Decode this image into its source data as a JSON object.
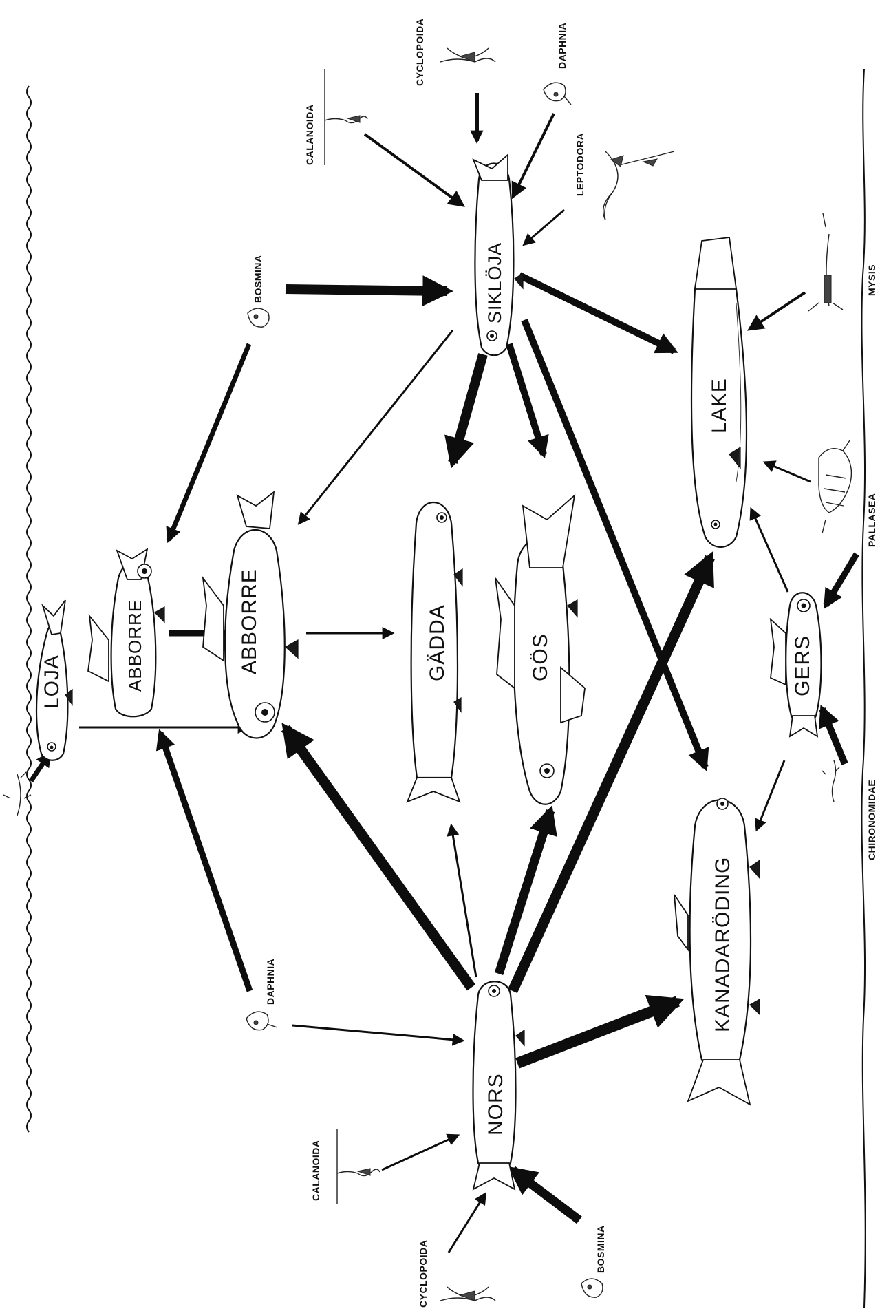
{
  "fish": {
    "loja": "LOJA",
    "abborre_small": "ABBORRE",
    "abborre_large": "ABBORRE",
    "gadda": "GÄDDA",
    "gos": "GÖS",
    "siklöja": "SIKLÖJA",
    "lake": "LAKE",
    "gers": "GERS",
    "kanadaroding": "KANADARÖDING",
    "nors": "NORS"
  },
  "prey": {
    "calanoida_top": "CALANOIDA",
    "cyclopoida_top": "CYCLOPOIDA",
    "daphnia_top": "DAPHNIA",
    "leptodora": "LEPTODORA",
    "bosmina_top": "BOSMINA",
    "mysis": "MYSIS",
    "pallasea": "PALLASEA",
    "chironomidae": "CHIRONOMIDAE",
    "daphnia_bottom": "DAPHNIA",
    "calanoida_bottom": "CALANOIDA",
    "cyclopoida_bottom": "CYCLOPOIDA",
    "bosmina_bottom": "BOSMINA"
  }
}
